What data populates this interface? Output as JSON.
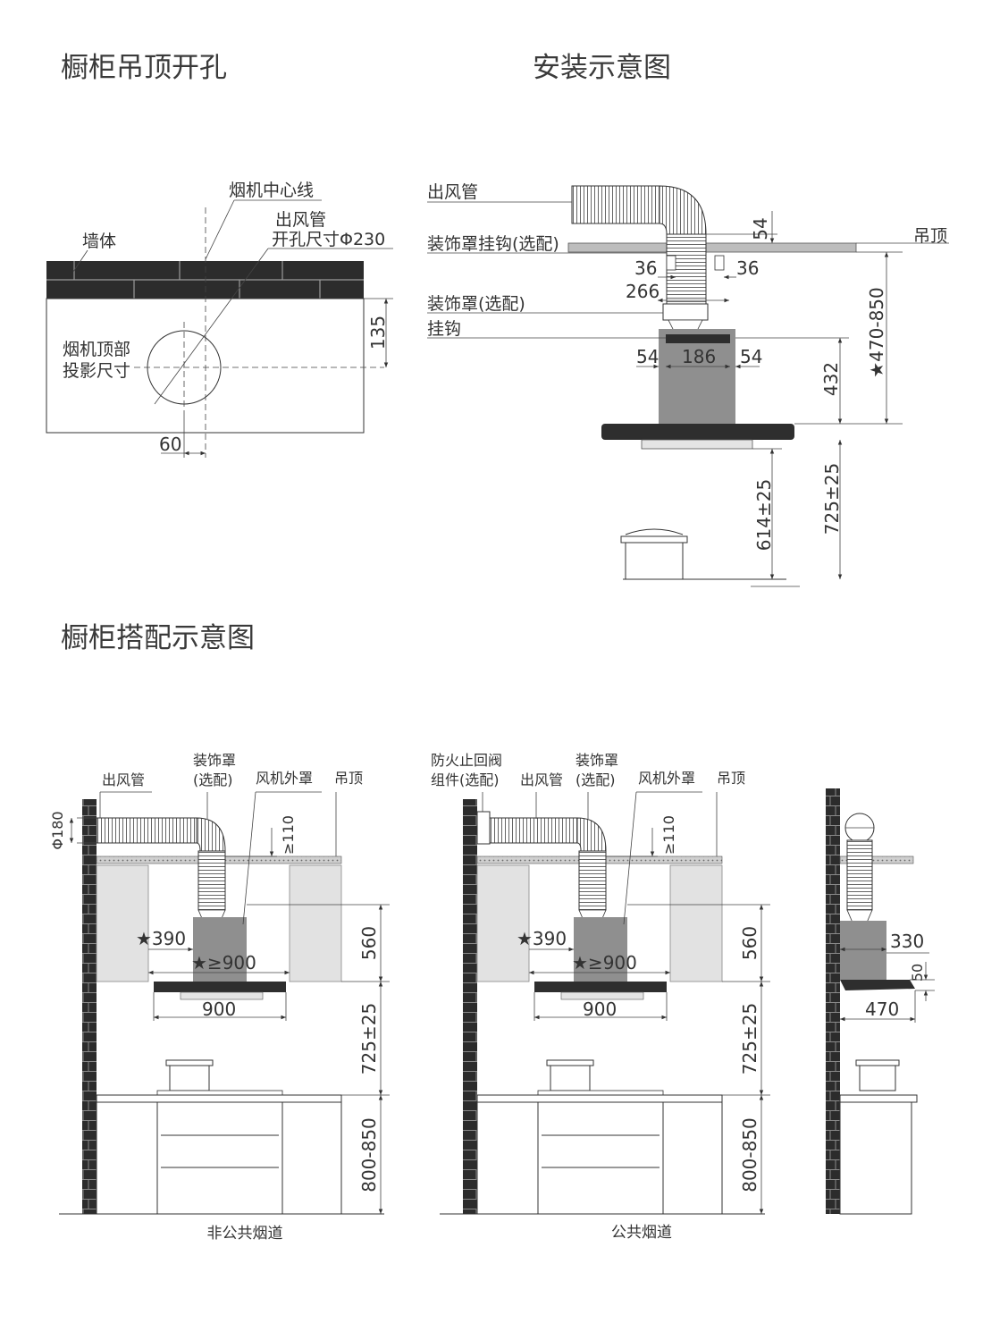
{
  "titles": {
    "cutout": "橱柜吊顶开孔",
    "install": "安装示意图",
    "cabinet": "橱柜搭配示意图"
  },
  "cutout": {
    "center_line": "烟机中心线",
    "duct_label_1": "出风管",
    "duct_label_2": "开孔尺寸Φ230",
    "wall": "墙体",
    "proj_1": "烟机顶部",
    "proj_2": "投影尺寸",
    "dim_135": "135",
    "dim_60": "60"
  },
  "install": {
    "duct": "出风管",
    "hook": "装饰罩挂钩(选配)",
    "ceiling": "吊顶",
    "cover": "装饰罩(选配)",
    "hanger": "挂钩",
    "dim_54_top": "54",
    "dim_36_l": "36",
    "dim_36_r": "36",
    "dim_266": "266",
    "dim_54_l": "54",
    "dim_186": "186",
    "dim_54_r": "54",
    "dim_432": "432",
    "dim_470_850": "★470-850",
    "dim_614": "614±25",
    "dim_725": "725±25"
  },
  "cab1": {
    "cover_1": "装饰罩",
    "cover_2": "(选配)",
    "duct": "出风管",
    "fan": "风机外罩",
    "ceiling": "吊顶",
    "phi180": "Φ180",
    "ge110": "≥110",
    "s390": "★390",
    "s900": "★≥900",
    "d900": "900",
    "d560": "560",
    "d725": "725±25",
    "d800": "800-850",
    "caption": "非公共烟道"
  },
  "cab2": {
    "fire_1": "防火止回阀",
    "fire_2": "组件(选配)",
    "duct": "出风管",
    "cover_1": "装饰罩",
    "cover_2": "(选配)",
    "fan": "风机外罩",
    "ceiling": "吊顶",
    "ge110": "≥110",
    "s390": "★390",
    "s900": "★≥900",
    "d900": "900",
    "d560": "560",
    "d725": "725±25",
    "d800": "800-850",
    "caption": "公共烟道"
  },
  "side": {
    "d330": "330",
    "d50": "50",
    "d470": "470"
  },
  "colors": {
    "brick": "#2c2c2c",
    "hood_body": "#8f8f8f",
    "cabinet_fill": "#e2e2e2",
    "hood_plate": "#2e2e2e",
    "ceiling_fill": "#bdbdbd"
  }
}
